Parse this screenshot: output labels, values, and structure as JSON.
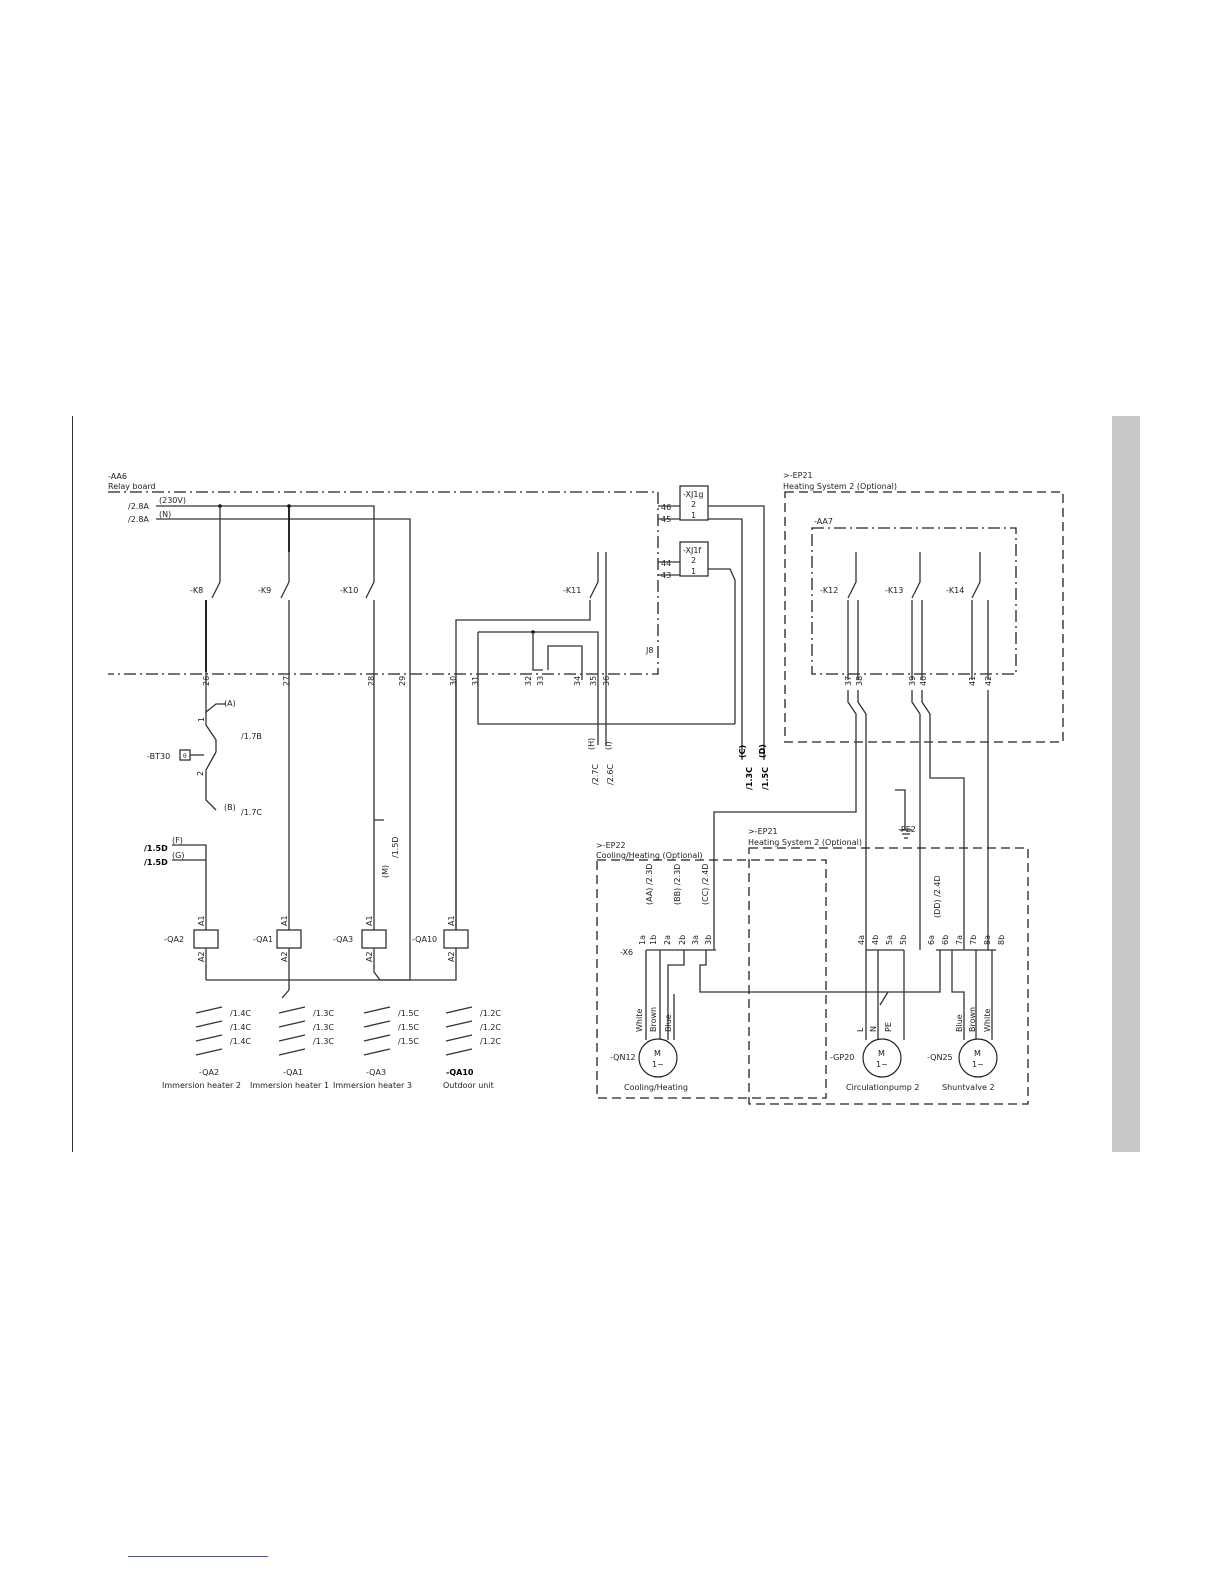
{
  "relay_board": {
    "id": "-AA6",
    "name": "Relay board",
    "l_label": "(230V)",
    "n_label": "(N)",
    "l_ref": "/2.8A",
    "n_ref": "/2.8A"
  },
  "relays": [
    "-K8",
    "-K9",
    "-K10",
    "-K11",
    "-K12",
    "-K13",
    "-K14"
  ],
  "terminals_aa6": [
    "26",
    "27",
    "28",
    "29",
    "30",
    "31",
    "32",
    "33",
    "34",
    "35",
    "36"
  ],
  "connector_label_j8": "J8",
  "xj1g": {
    "id": "-XJ1g",
    "pins": [
      "2",
      "1"
    ],
    "terms": [
      "46",
      "45"
    ]
  },
  "xj1f": {
    "id": "-XJ1f",
    "pins": [
      "2",
      "1"
    ],
    "terms": [
      "44",
      "43"
    ]
  },
  "bt30": {
    "id": "-BT30",
    "pins": [
      "1",
      "2"
    ],
    "sym": "θ",
    "ref_a": "(A)",
    "ref_a_page": "/1.7B",
    "ref_b": "(B)",
    "ref_b_page": "/1.7C"
  },
  "refs": {
    "f": "(F)",
    "g": "(G)",
    "f_page": "/1.5D",
    "g_page": "/1.5D",
    "m": "(M)",
    "m_page": "/1.5D",
    "k11_a": "(H)",
    "k11_b": "(I)",
    "k11_a_page": "/2.7C",
    "k11_b_page": "/2.6C",
    "c_a": "(C)",
    "c_b": "(D)",
    "c_a_page": "/1.3C",
    "c_b_page": "/1.5C"
  },
  "contactors": [
    {
      "id": "-QA2",
      "caption": "Immersion heater 2",
      "refs": [
        "/1.4C",
        "/1.4C",
        "/1.4C"
      ]
    },
    {
      "id": "-QA1",
      "caption": "Immersion heater 1",
      "refs": [
        "/1.3C",
        "/1.3C",
        "/1.3C"
      ]
    },
    {
      "id": "-QA3",
      "caption": "Immersion heater 3",
      "refs": [
        "/1.5C",
        "/1.5C",
        "/1.5C"
      ]
    },
    {
      "id": "-QA10",
      "caption": "Outdoor unit",
      "refs": [
        "/1.2C",
        "/1.2C",
        "/1.2C"
      ]
    }
  ],
  "coil_pins": [
    "A1",
    "A2"
  ],
  "ep21_top": {
    "id": ">-EP21",
    "name": "Heating System 2  (Optional)",
    "module": "-AA7",
    "terms": [
      "37",
      "38",
      "39",
      "40",
      "41",
      "42"
    ]
  },
  "ep22": {
    "id": ">-EP22",
    "name": "Cooling/Heating  (Optional)"
  },
  "ep21_bottom": {
    "id": ">-EP21",
    "name": "Heating System 2  (Optional)"
  },
  "pe2": "-PE2",
  "x6": {
    "id": "-X6",
    "terms": [
      "1a",
      "1b",
      "2a",
      "2b",
      "3a",
      "3b",
      "4a",
      "4b",
      "5a",
      "5b",
      "6a",
      "6b",
      "7a",
      "7b",
      "8a",
      "8b"
    ]
  },
  "x6_refs": {
    "aa": "(AA) /2.3D",
    "bb": "(BB) /2.3D",
    "cc": "(CC) /2.4D",
    "dd": "(DD) /2.4D"
  },
  "motors": [
    {
      "id": "-QN12",
      "caption": "Cooling/Heating",
      "wires": [
        "White",
        "Brown",
        "Blue"
      ]
    },
    {
      "id": "-GP20",
      "caption": "Circulationpump 2",
      "wires": [
        "L",
        "N",
        "PE"
      ]
    },
    {
      "id": "-QN25",
      "caption": "Shuntvalve 2",
      "wires": [
        "Blue",
        "Brown",
        "White"
      ]
    }
  ],
  "motor_symbol": {
    "m": "M",
    "phase": "1~"
  }
}
